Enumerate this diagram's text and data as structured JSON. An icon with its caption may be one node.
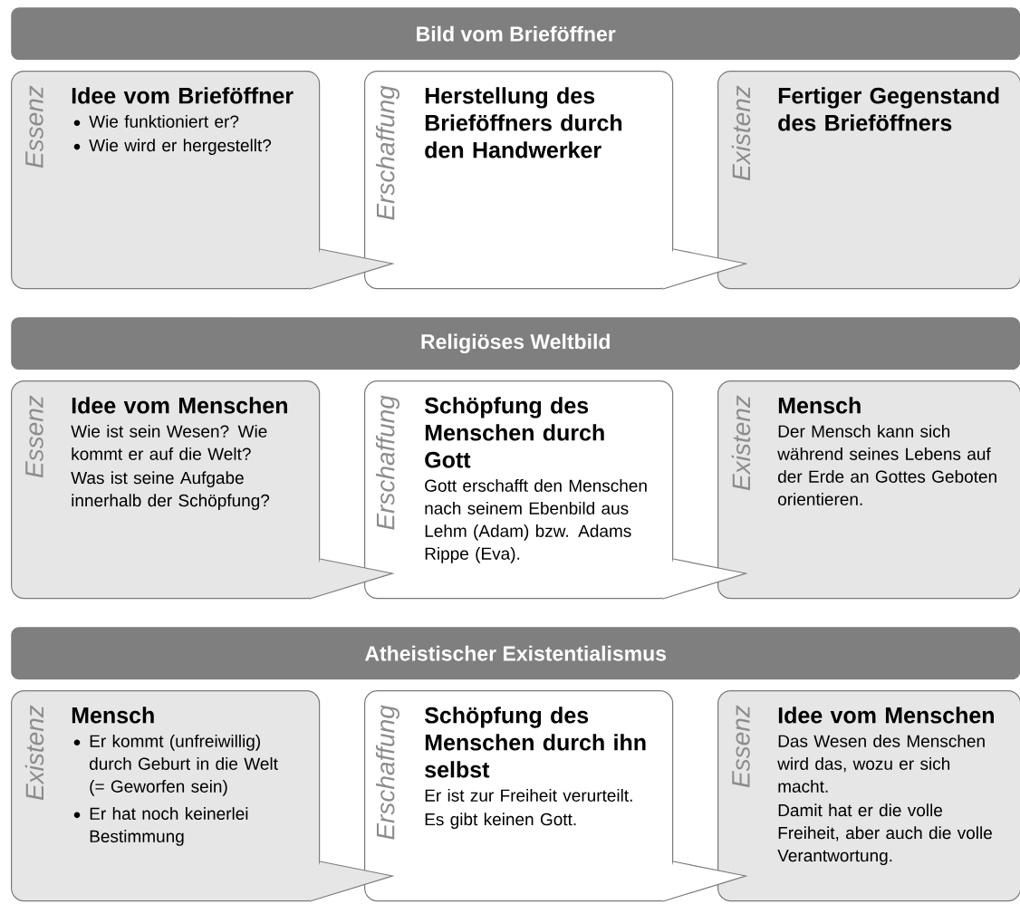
{
  "diagram": {
    "nodes": [
      {
        "text": [
          "Bild vom Brieföffner"
        ]
      },
      {
        "text": [
          "Essenz",
          "Idee vom Brieföffner",
          "Wie funktioniert er?",
          "Wie wird er hergestellt?"
        ]
      },
      {
        "text": [
          "Erschaffung",
          "Herstellung des Brieföffners durch den Handwerker"
        ]
      },
      {
        "text": [
          "Existenz",
          "Fertiger Gegenstand des Brieföffners"
        ]
      },
      {
        "text": [
          "Religiöses Weltbild"
        ]
      },
      {
        "text": [
          "Essenz",
          "Idee vom Menschen",
          "Wie ist sein Wesen? Wie kommt er auf die Welt?",
          "Was ist seine Aufgabe innerhalb der Schöpfung?"
        ]
      },
      {
        "text": [
          "Erschaffung",
          "Schöpfung des Menschen durch Gott",
          "Gott erschafft den Menschen nach seinem Ebenbild aus Lehm (Adam) bzw. Adams Rippe (Eva)."
        ]
      },
      {
        "text": [
          "Existenz",
          "Mensch",
          "Der Mensch kann sich während seines Lebens auf der Erde an Gottes Geboten orientieren."
        ]
      },
      {
        "text": [
          "Atheistischer Existentialismus"
        ]
      },
      {
        "text": [
          "Existenz",
          "Mensch",
          "Er kommt (unfreiwillig) durch Geburt in die Welt (= Geworfen sein)",
          "Er hat noch keinerlei Bestimmung"
        ]
      },
      {
        "text": [
          "Erschaffung",
          "Schöpfung des Menschen durch ihn selbst",
          "Er ist zur Freiheit verurteilt.",
          "Es gibt keinen Gott."
        ]
      },
      {
        "text": [
          "Essenz",
          "Idee vom Menschen",
          "Das Wesen des Menschen wird das, wozu er sich macht.",
          "Damit hat er die volle Freiheit, aber auch die volle Verantwortung."
        ]
      }
    ]
  }
}
